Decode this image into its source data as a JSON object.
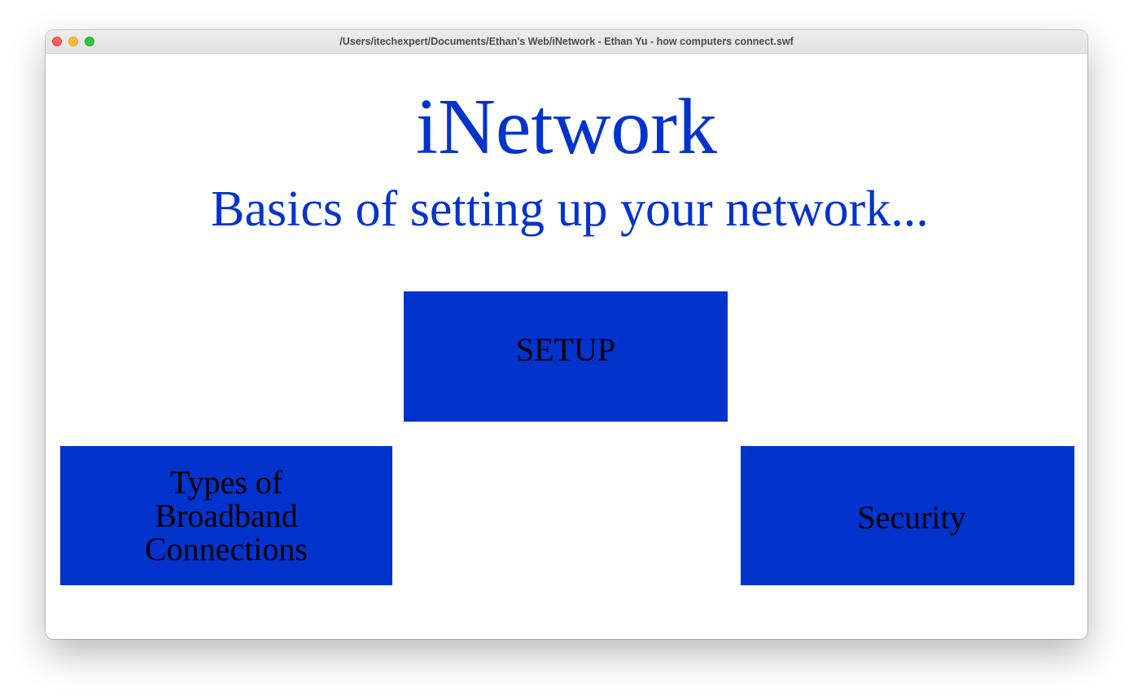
{
  "window": {
    "title": "/Users/itechexpert/Documents/Ethan's Web/iNetwork - Ethan Yu - how computers connect.swf"
  },
  "page": {
    "title": "iNetwork",
    "subtitle": "Basics of setting up your network..."
  },
  "buttons": {
    "setup": "SETUP",
    "broadband": "Types of Broadband Connections",
    "security": "Security"
  },
  "colors": {
    "accent": "#0233cc",
    "button_text": "#000000",
    "close": "#ff5f57",
    "minimize": "#febc2e",
    "maximize": "#28c840"
  }
}
